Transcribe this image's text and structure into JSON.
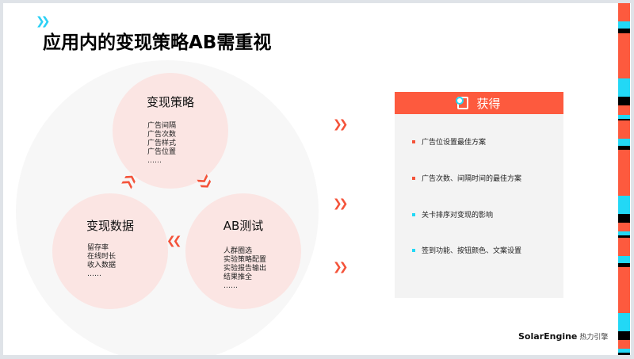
{
  "title": "应用内的变现策略AB需重视",
  "cycle": {
    "strategy": {
      "heading": "变现策略",
      "items": [
        "广告间隔",
        "广告次数",
        "广告样式",
        "广告位置",
        "……"
      ]
    },
    "abtest": {
      "heading": "AB测试",
      "items": [
        "人群圈选",
        "实验策略配置",
        "实验报告输出",
        "结果推全",
        "……"
      ]
    },
    "data": {
      "heading": "变现数据",
      "items": [
        "留存率",
        "在线时长",
        "收入数据",
        "……"
      ]
    }
  },
  "panel": {
    "heading": "获得",
    "icon": "clipboard-check-icon",
    "items": [
      {
        "text": "广告位设置最佳方案",
        "color": "#f4533a"
      },
      {
        "text": "广告次数、间隔时间的最佳方案",
        "color": "#f4533a"
      },
      {
        "text": "关卡排序对变现的影响",
        "color": "#22d8f6"
      },
      {
        "text": "签到功能、按钮颜色、文案设置",
        "color": "#22d8f6"
      }
    ]
  },
  "brand": {
    "name": "SolarEngine",
    "cn": "热力引擎"
  },
  "colors": {
    "accent": "#fd5a3e",
    "cyan": "#22d8f6"
  }
}
